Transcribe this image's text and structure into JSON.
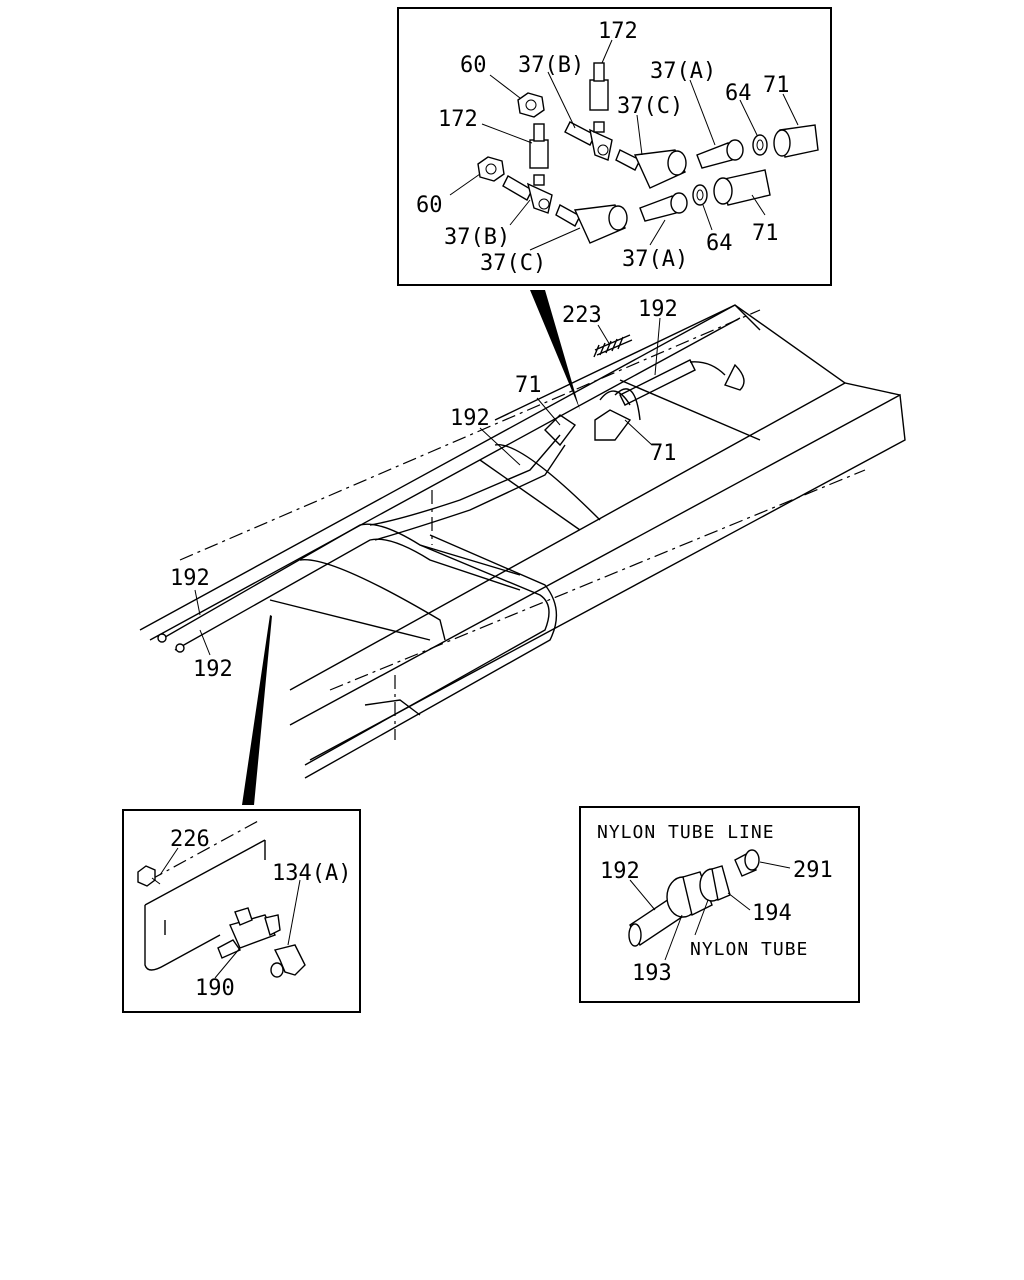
{
  "labels": {
    "top": {
      "l172a": "172",
      "l60a": "60",
      "l37b_a": "37(B)",
      "l37a_a": "37(A)",
      "l172b": "172",
      "l37c_a": "37(C)",
      "l64a": "64",
      "l71a": "71",
      "l60b": "60",
      "l37b_b": "37(B)",
      "l37c_b": "37(C)",
      "l37a_b": "37(A)",
      "l64b": "64",
      "l71b": "71"
    },
    "main": {
      "l223": "223",
      "l192a": "192",
      "l71c": "71",
      "l192b": "192",
      "l71d": "71",
      "l192c": "192",
      "l192d": "192"
    },
    "bottom_left": {
      "l226": "226",
      "l134a": "134(A)",
      "l190": "190"
    },
    "nylon": {
      "title": "NYLON TUBE LINE",
      "l192": "192",
      "l291": "291",
      "l194": "194",
      "tube": "NYLON TUBE",
      "l193": "193"
    }
  }
}
